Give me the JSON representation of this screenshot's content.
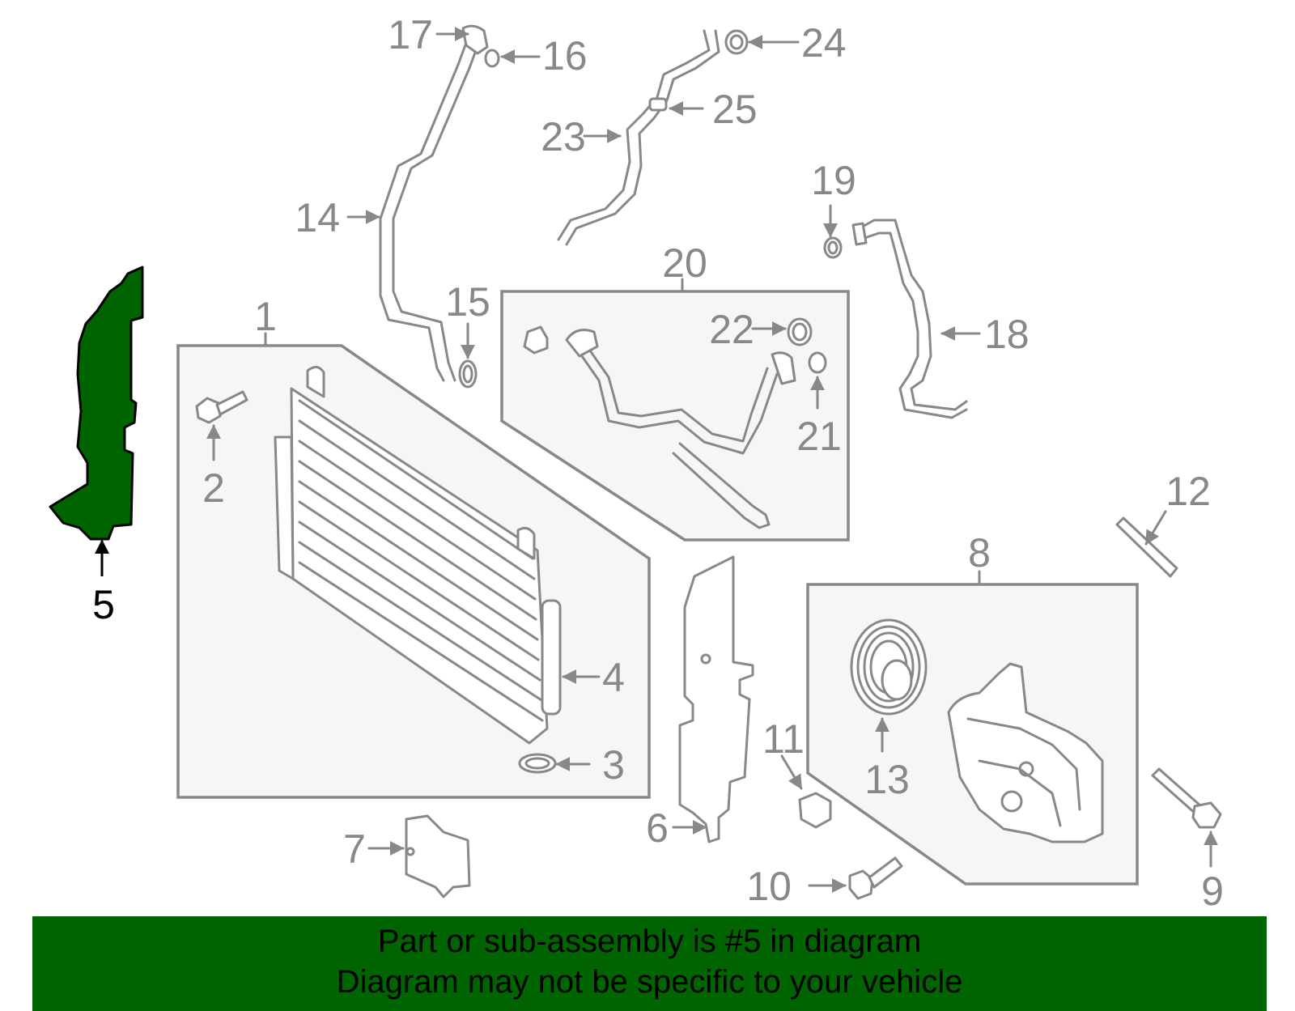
{
  "diagram": {
    "callouts": [
      "1",
      "2",
      "3",
      "4",
      "5",
      "6",
      "7",
      "8",
      "9",
      "10",
      "11",
      "12",
      "13",
      "14",
      "15",
      "16",
      "17",
      "18",
      "19",
      "20",
      "21",
      "22",
      "23",
      "24",
      "25"
    ],
    "highlighted_callout": "5",
    "highlight_color": "#006400",
    "line_color": "#888888"
  },
  "banner": {
    "line1": "Part or sub-assembly is #5 in diagram",
    "line2": "Diagram may not be specific to your vehicle",
    "background": "#006400"
  }
}
